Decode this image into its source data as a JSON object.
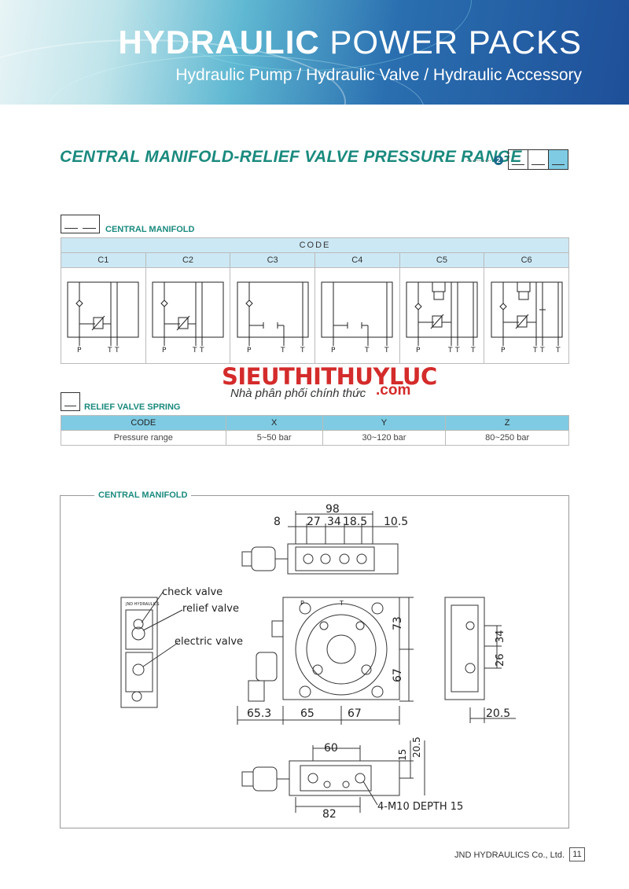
{
  "banner": {
    "title_bold": "HYDRAULIC",
    "title_light": "POWER PACKS",
    "subtitle": "Hydraulic Pump / Hydraulic Valve / Hydraulic Accessory"
  },
  "section": {
    "heading": "CENTRAL MANIFOLD-RELIEF VALVE PRESSURE RANGE",
    "badge": "2"
  },
  "central_manifold": {
    "label": "CENTRAL MANIFOLD",
    "code_header": "CODE",
    "codes": [
      "C1",
      "C2",
      "C3",
      "C4",
      "C5",
      "C6"
    ],
    "port_labels": {
      "p": "P",
      "t": "T"
    }
  },
  "watermark": {
    "brand": "SIEUTHITHUYLUC",
    "tagline": "Nhà phân phối chính thức",
    "domain": ".com"
  },
  "relief_valve_spring": {
    "label": "RELIEF VALVE SPRING",
    "header": [
      "CODE",
      "X",
      "Y",
      "Z"
    ],
    "row": [
      "Pressure range",
      "5~50 bar",
      "30~120 bar",
      "80~250 bar"
    ]
  },
  "drawing": {
    "label": "CENTRAL MANIFOLD",
    "callouts": {
      "check_valve": "check valve",
      "relief_valve": "relief valve",
      "electric_valve": "electric valve"
    },
    "dims": {
      "d98": "98",
      "d8": "8",
      "d27": "27",
      "d34a": "34",
      "d18_5": "18.5",
      "d10_5": "10.5",
      "d73": "73",
      "d67v": "67",
      "d65_3": "65.3",
      "d65": "65",
      "d67h": "67",
      "d34b": "34",
      "d26": "26",
      "d20_5a": "20.5",
      "d60": "60",
      "d15": "15",
      "d20_5b": "20.5",
      "d82": "82",
      "tapped": "4-M10 DEPTH 15"
    },
    "port_p": "P",
    "port_t": "T",
    "block_text": "JND HYDRAULICS"
  },
  "footer": {
    "company": "JND HYDRAULICS Co., Ltd.",
    "page": "11"
  }
}
